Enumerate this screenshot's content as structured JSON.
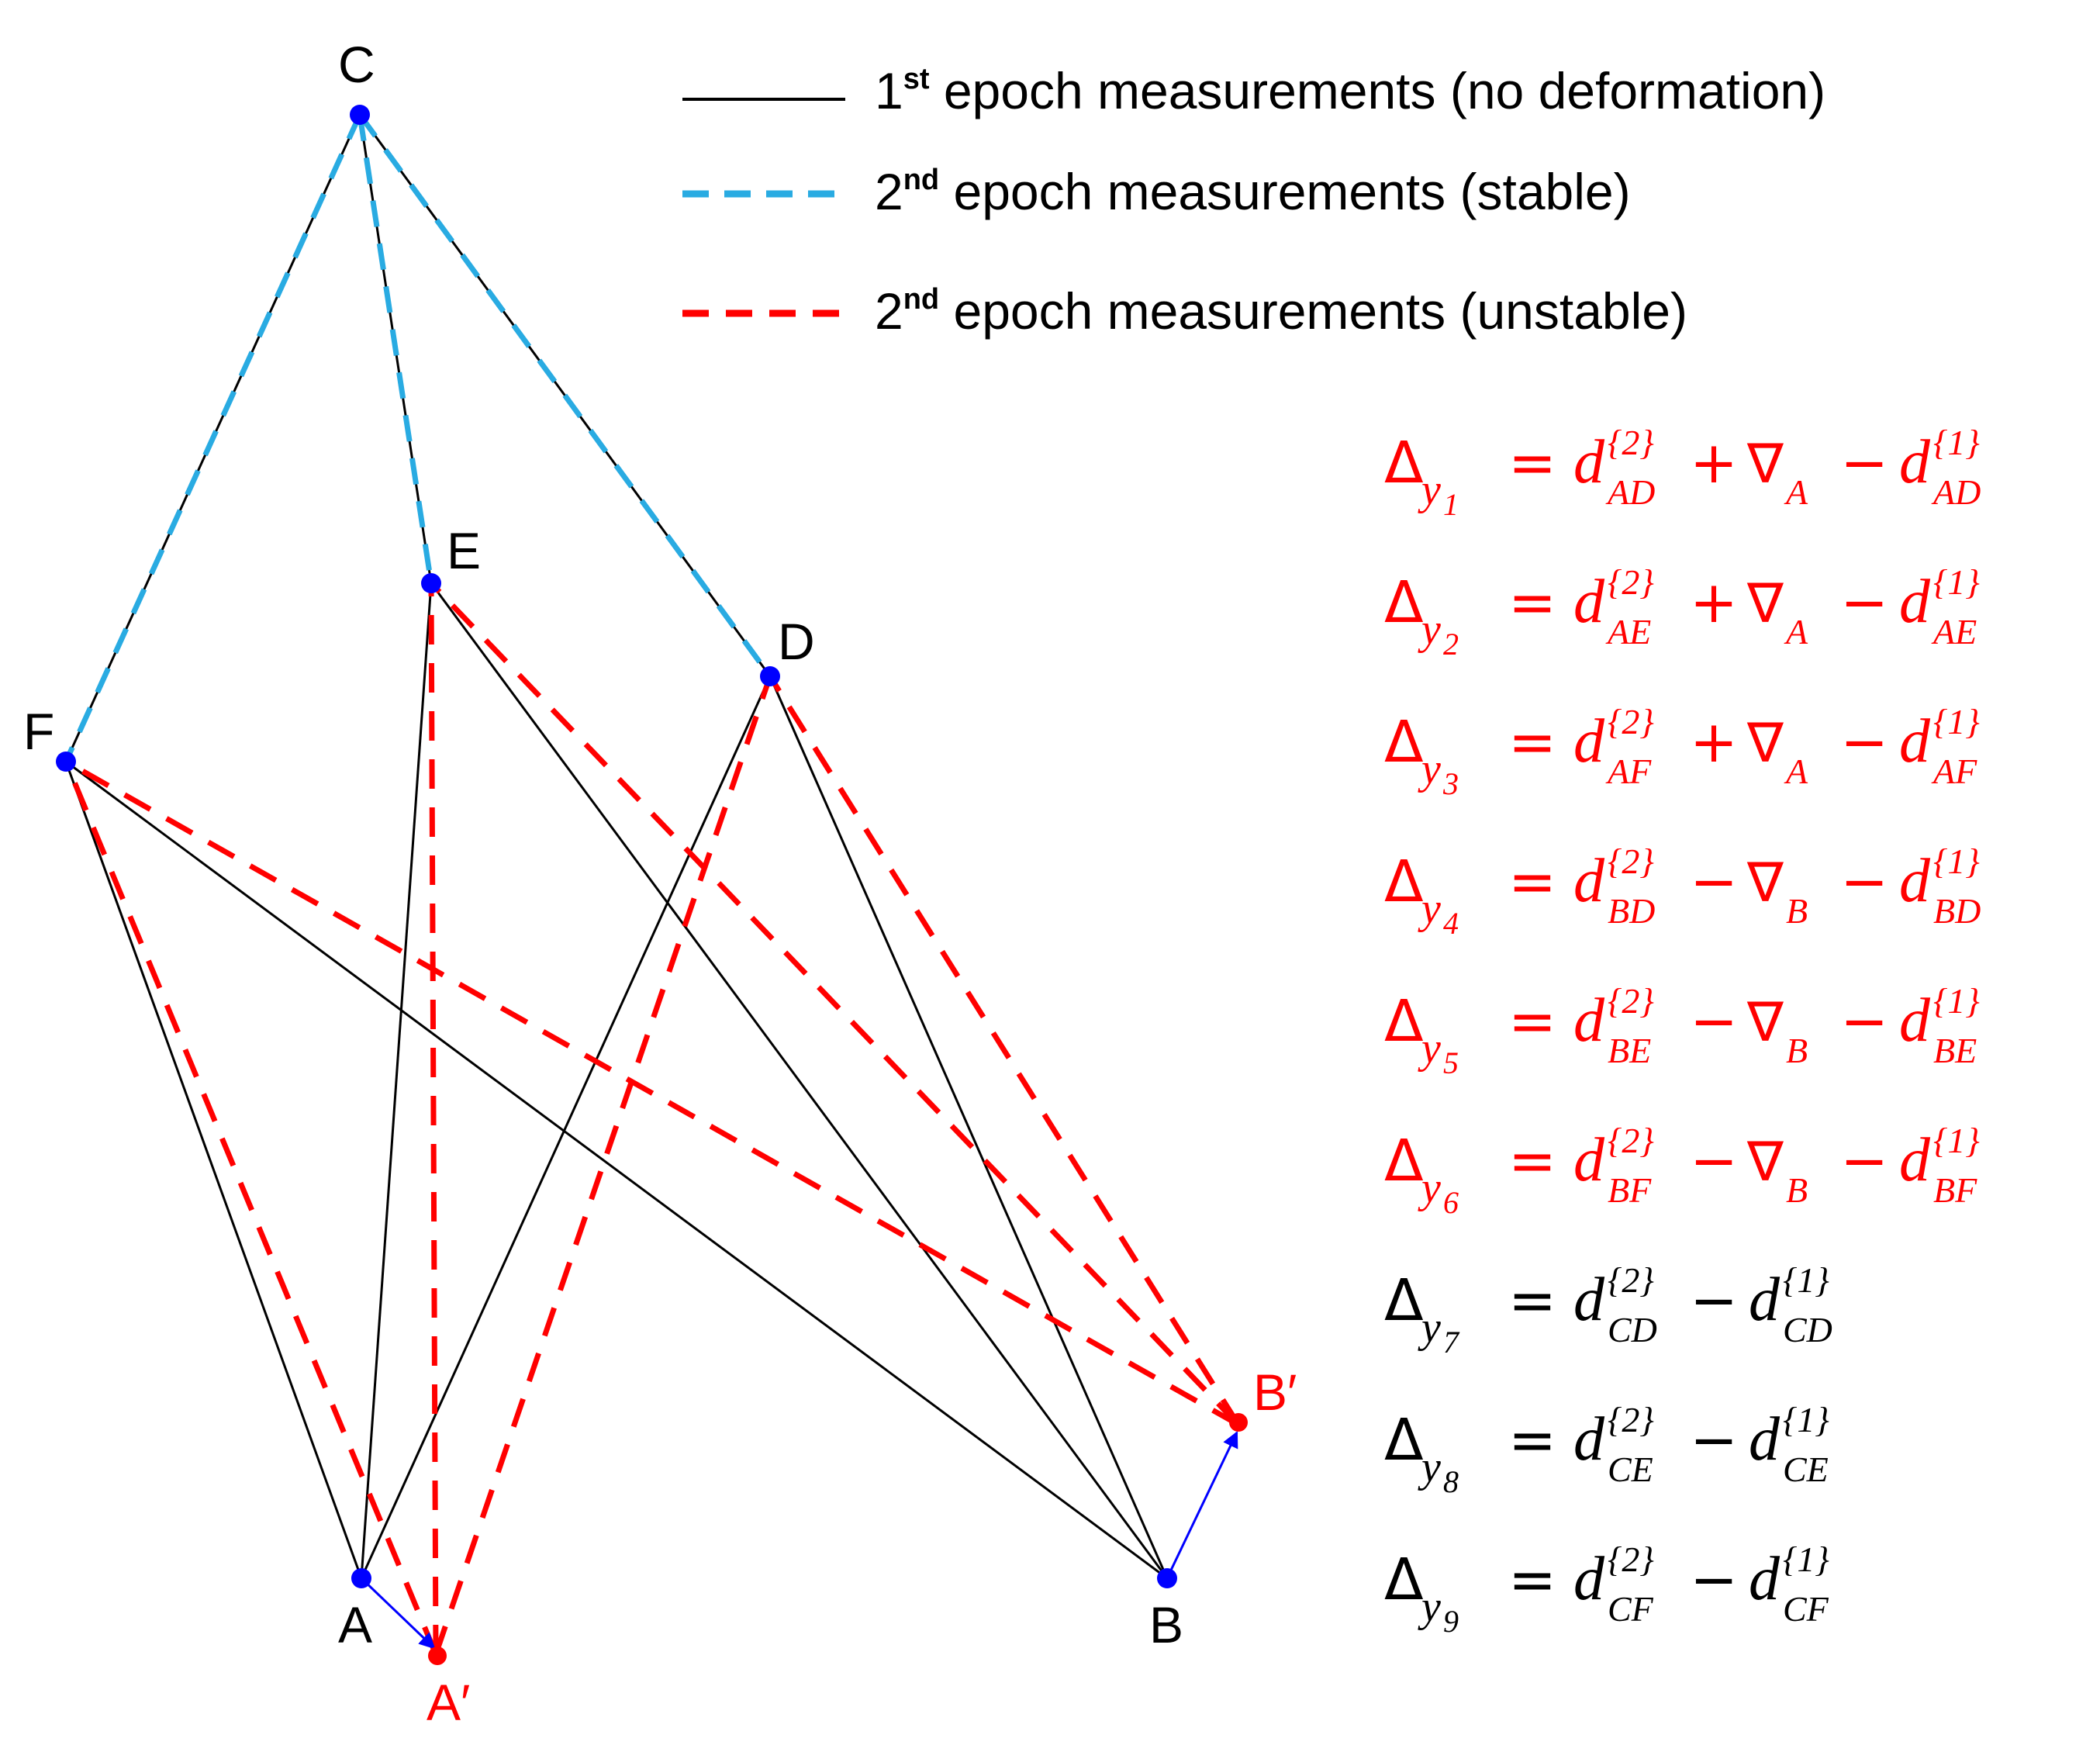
{
  "colors": {
    "first_epoch": "#000000",
    "stable": "#29abe2",
    "unstable": "#ff0000",
    "point": "#0000ff",
    "displacement": "#0000ff",
    "displaced_point": "#ff0000",
    "text_black": "#000000",
    "text_red": "#ff0000"
  },
  "points": {
    "C": "C",
    "E": "E",
    "D": "D",
    "F": "F",
    "A": "A",
    "B": "B",
    "A_prime": "A′",
    "B_prime": "B′"
  },
  "legend": [
    {
      "style": "solid-black",
      "sup_prefix": "1",
      "sup": "st",
      "text": " epoch measurements (no deformation)"
    },
    {
      "style": "dashed-blue",
      "sup_prefix": "2",
      "sup": "nd",
      "text": " epoch measurements (stable)"
    },
    {
      "style": "dashed-red",
      "sup_prefix": "2",
      "sup": "nd",
      "text": " epoch measurements (unstable)"
    }
  ],
  "equations": [
    {
      "index": "1",
      "pair": "AD",
      "nabla_sign": "+",
      "nabla": "A",
      "color": "red"
    },
    {
      "index": "2",
      "pair": "AE",
      "nabla_sign": "+",
      "nabla": "A",
      "color": "red"
    },
    {
      "index": "3",
      "pair": "AF",
      "nabla_sign": "+",
      "nabla": "A",
      "color": "red"
    },
    {
      "index": "4",
      "pair": "BD",
      "nabla_sign": "−",
      "nabla": "B",
      "color": "red"
    },
    {
      "index": "5",
      "pair": "BE",
      "nabla_sign": "−",
      "nabla": "B",
      "color": "red"
    },
    {
      "index": "6",
      "pair": "BF",
      "nabla_sign": "−",
      "nabla": "B",
      "color": "red"
    },
    {
      "index": "7",
      "pair": "CD",
      "nabla_sign": "",
      "nabla": "",
      "color": "black"
    },
    {
      "index": "8",
      "pair": "CE",
      "nabla_sign": "",
      "nabla": "",
      "color": "black"
    },
    {
      "index": "9",
      "pair": "CF",
      "nabla_sign": "",
      "nabla": "",
      "color": "black"
    }
  ],
  "equation_symbols": {
    "delta": "Δ",
    "y": "y",
    "equals": "=",
    "d": "d",
    "epoch2": "{2}",
    "epoch1": "{1}",
    "nabla": "∇",
    "minus": "−"
  }
}
